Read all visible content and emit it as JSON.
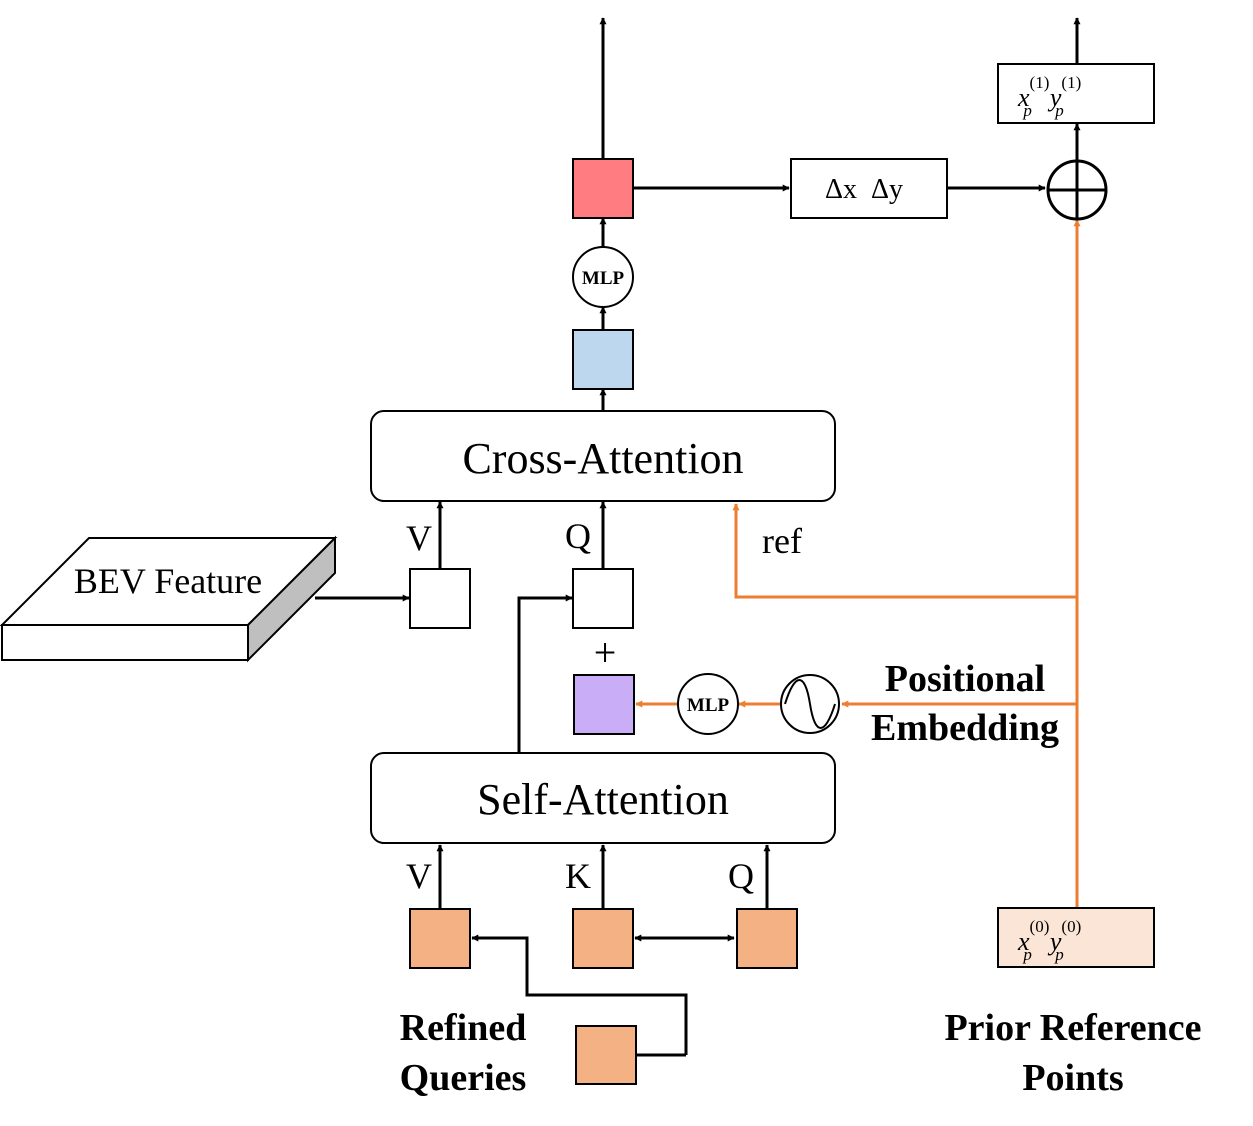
{
  "blocks": {
    "cross_attention": "Cross-Attention",
    "self_attention": "Self-Attention",
    "bev_feature": "BEV Feature",
    "mlp_top": "MLP",
    "mlp_pos": "MLP"
  },
  "labels": {
    "cross_v": "V",
    "cross_q": "Q",
    "ref": "ref",
    "plus": "+",
    "self_v": "V",
    "self_k": "K",
    "self_q": "Q",
    "positional": "Positional",
    "embedding": "Embedding",
    "refined_1": "Refined",
    "refined_2": "Queries",
    "prior_1": "Prior Reference",
    "prior_2": "Points"
  },
  "math": {
    "delta_x": "Δx",
    "delta_y": "Δy",
    "x": "x",
    "y": "y",
    "sub_p": "p",
    "sup_1": "(1)",
    "sup_0": "(0)"
  },
  "colors": {
    "output_token": "#ff7c80",
    "cross_feature": "#bdd7ee",
    "pos_feature": "#c9aef7",
    "query_token": "#f4b183",
    "prior_box_fill": "#fbe5d6",
    "ref_line": "#ed7d31",
    "line": "#000000"
  }
}
